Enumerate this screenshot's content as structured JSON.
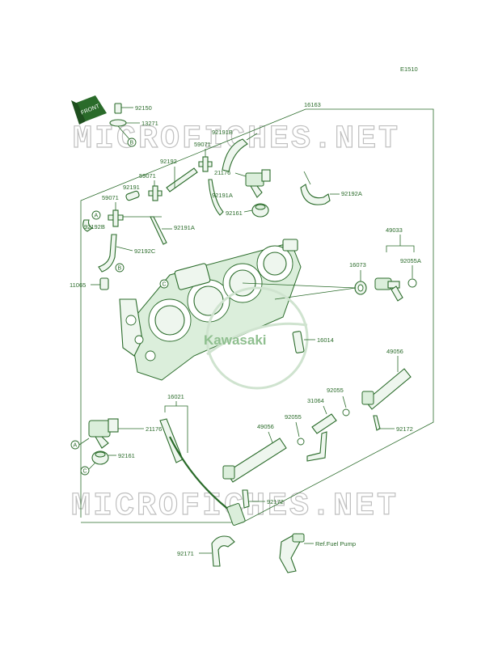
{
  "diagram_code": "E1510",
  "front_label": "FRONT",
  "brand_logo_text": "Kawasaki",
  "watermark_text": "MICROFICHES.NET",
  "ref_text": "Ref.Fuel Pump",
  "parts": {
    "p92150": "92150",
    "p13271": "13271",
    "p16163": "16163",
    "p92191B": "92191B",
    "p59071_top": "59071",
    "p92192": "92192",
    "p21176_top": "21176",
    "p59071_mid": "59071",
    "p92191": "92191",
    "p92191A_mid": "92191A",
    "p92192A": "92192A",
    "p59071_left": "59071",
    "p92161_top": "92161",
    "p92191A_low": "92191A",
    "p92192B": "92192B",
    "p92192C": "92192C",
    "p49033": "49033",
    "p16073": "16073",
    "p92055A": "92055A",
    "p11065": "11065",
    "p16014": "16014",
    "p49056_right": "49056",
    "p16021": "16021",
    "p92055_top": "92055",
    "p31064": "31064",
    "p92055_low": "92055",
    "p49056_mid": "49056",
    "p21176_bot": "21176",
    "p92161_bot": "92161",
    "p92172_right": "92172",
    "p92172_mid": "92172",
    "p92171": "92171"
  },
  "callouts": {
    "a1": "A",
    "b1": "B",
    "b2": "B",
    "c1": "C",
    "a2": "A",
    "c2": "C"
  },
  "line_color": "#2a6b2a",
  "watermark_color": "#bfbfbf"
}
